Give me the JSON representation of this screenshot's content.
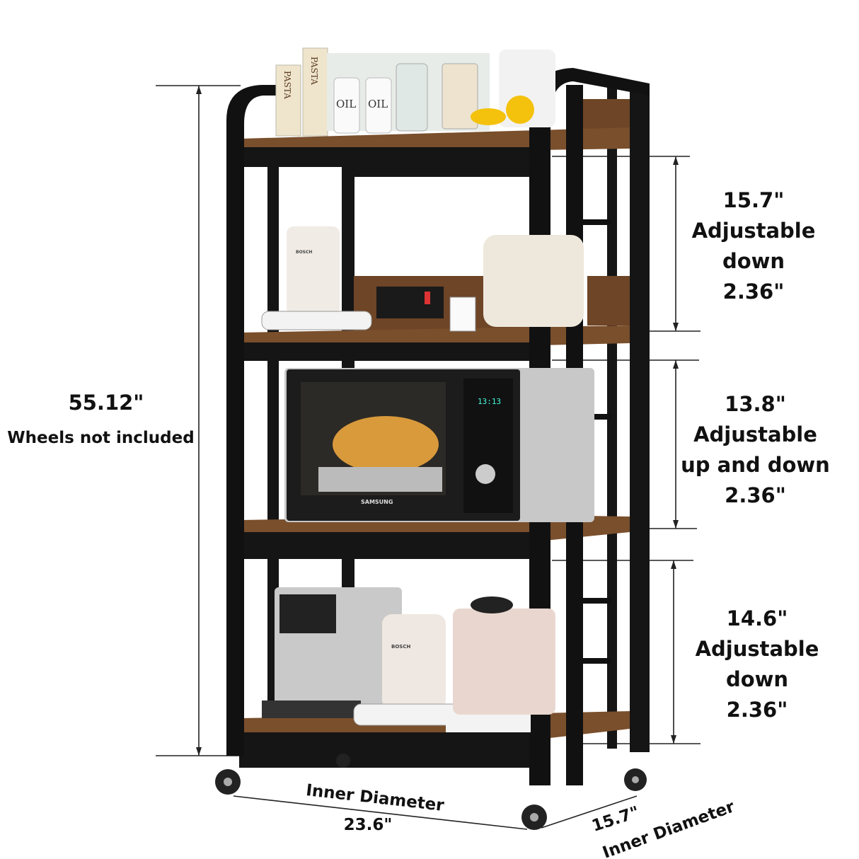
{
  "dimensions": {
    "height": {
      "value": "55.12\"",
      "note": "Wheels not included"
    },
    "tier1": {
      "value": "15.7\"",
      "line1": "Adjustable",
      "line2": "down",
      "range": "2.36\""
    },
    "tier2": {
      "value": "13.8\"",
      "line1": "Adjustable",
      "line2": "up and down",
      "range": "2.36\""
    },
    "tier3": {
      "value": "14.6\"",
      "line1": "Adjustable",
      "line2": "down",
      "range": "2.36\""
    },
    "width": {
      "label": "Inner Diameter",
      "value": "23.6\""
    },
    "depth": {
      "label": "Inner Diameter",
      "value": "15.7\""
    }
  },
  "product_lettering": {
    "microwave_brand": "SAMSUNG",
    "microwave_clock": "13:13",
    "kettle_brand": "BOSCH",
    "bottle_label": "OIL",
    "box_label": "PASTA"
  },
  "colors": {
    "frame": "#111111",
    "wood": "#7a4f2c",
    "dimension_line": "#222222"
  }
}
